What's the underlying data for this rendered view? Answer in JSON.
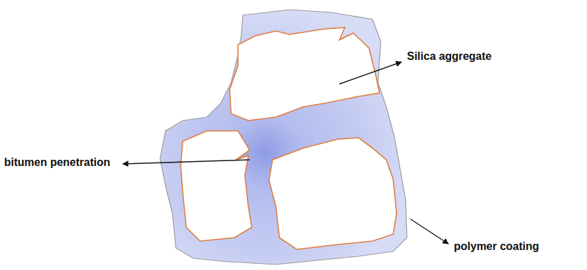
{
  "diagram": {
    "labels": [
      "Silica aggregate",
      "bitumen penetration",
      "polymer coating"
    ]
  }
}
